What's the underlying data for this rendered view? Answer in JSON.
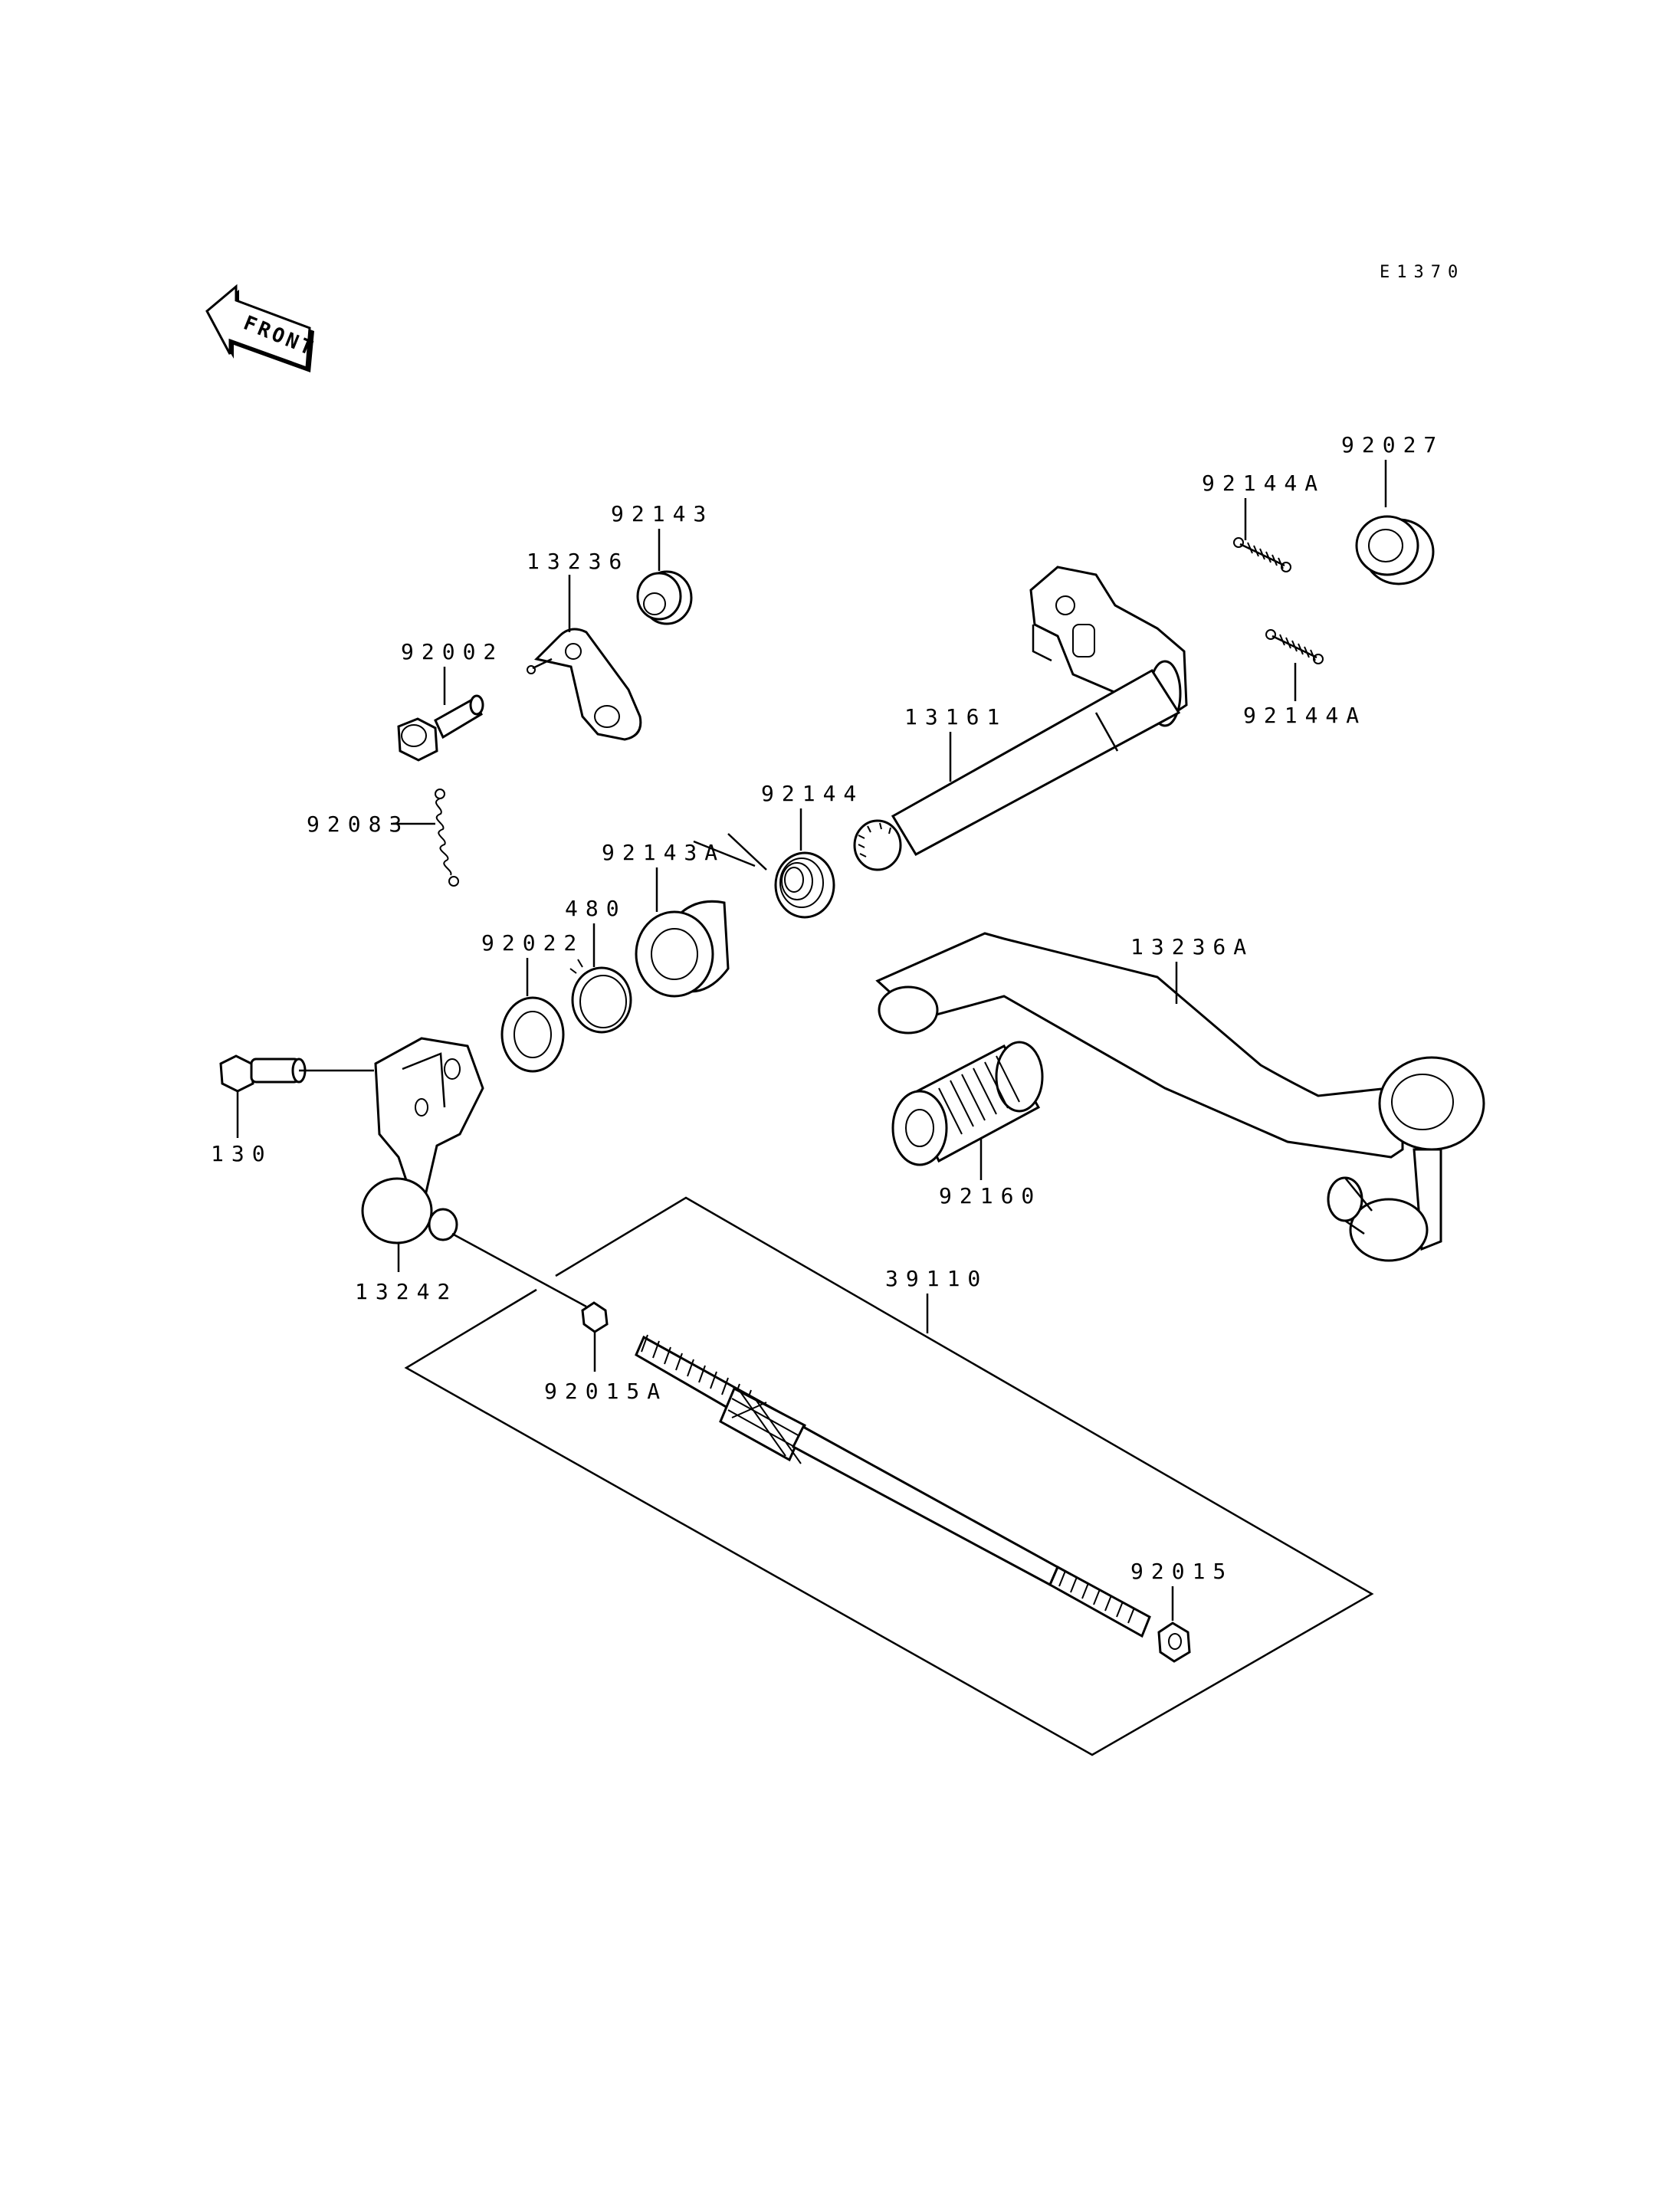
{
  "diagram": {
    "code": "E1370",
    "front_label": "FRONT",
    "parts": [
      {
        "id": "p92027",
        "label": "92027"
      },
      {
        "id": "p92144A_top",
        "label": "92144A"
      },
      {
        "id": "p92143",
        "label": "92143"
      },
      {
        "id": "p13236",
        "label": "13236"
      },
      {
        "id": "p92002",
        "label": "92002"
      },
      {
        "id": "p92144A_bot",
        "label": "92144A"
      },
      {
        "id": "p13161",
        "label": "13161"
      },
      {
        "id": "p92083",
        "label": "92083"
      },
      {
        "id": "p92144",
        "label": "92144"
      },
      {
        "id": "p92143A",
        "label": "92143A"
      },
      {
        "id": "p480",
        "label": "480"
      },
      {
        "id": "p92022",
        "label": "92022"
      },
      {
        "id": "p13236A",
        "label": "13236A"
      },
      {
        "id": "p130",
        "label": "130"
      },
      {
        "id": "p92160",
        "label": "92160"
      },
      {
        "id": "p13242",
        "label": "13242"
      },
      {
        "id": "p39110",
        "label": "39110"
      },
      {
        "id": "p92015A",
        "label": "92015A"
      },
      {
        "id": "p92015",
        "label": "92015"
      }
    ]
  }
}
